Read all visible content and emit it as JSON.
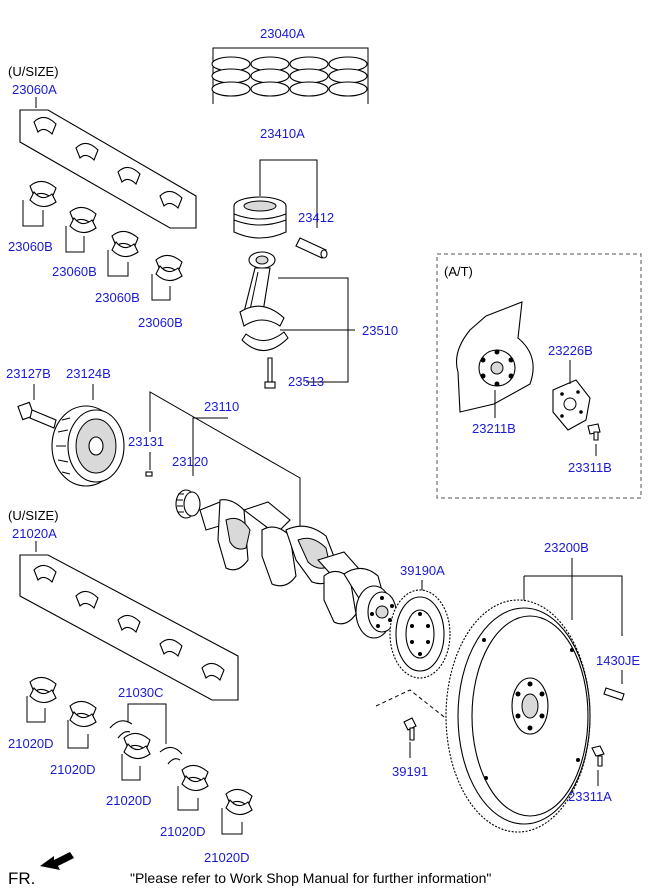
{
  "labels": {
    "piston_ring_set": "23040A",
    "piston_pin_set": "23410A",
    "piston_pin": "23412",
    "connecting_rod": "23510",
    "rod_bolt": "23513",
    "upper_bearing_usize": "(U/SIZE)",
    "upper_bearing_set": "23060A",
    "upper_bearing_b1": "23060B",
    "upper_bearing_b2": "23060B",
    "upper_bearing_b3": "23060B",
    "upper_bearing_b4": "23060B",
    "at_group": "(A/T)",
    "drive_plate": "23211B",
    "adapter_plate": "23226B",
    "drive_plate_bolt": "23311B",
    "pulley_bolt": "23127B",
    "damper_pulley": "23124B",
    "crankshaft": "23110",
    "key": "23131",
    "sprocket": "23120",
    "main_bearing_usize": "(U/SIZE)",
    "main_bearing_set": "21020A",
    "main_bearing_d1": "21020D",
    "main_bearing_d2": "21020D",
    "main_bearing_d3": "21020D",
    "main_bearing_d4": "21020D",
    "main_bearing_d5": "21020D",
    "thrust_washer": "21030C",
    "ring_gear": "39190A",
    "ring_gear_bolt": "39191",
    "flywheel": "23200B",
    "dowel_pin": "1430JE",
    "flywheel_bolt": "23311A"
  },
  "footer": {
    "fr_label": "FR.",
    "note": "\"Please refer to Work Shop Manual for further information\""
  },
  "colors": {
    "label": "#1a1ad6",
    "line": "#000000",
    "part_fill": "#ffffff",
    "shade": "#d9d9d9"
  }
}
